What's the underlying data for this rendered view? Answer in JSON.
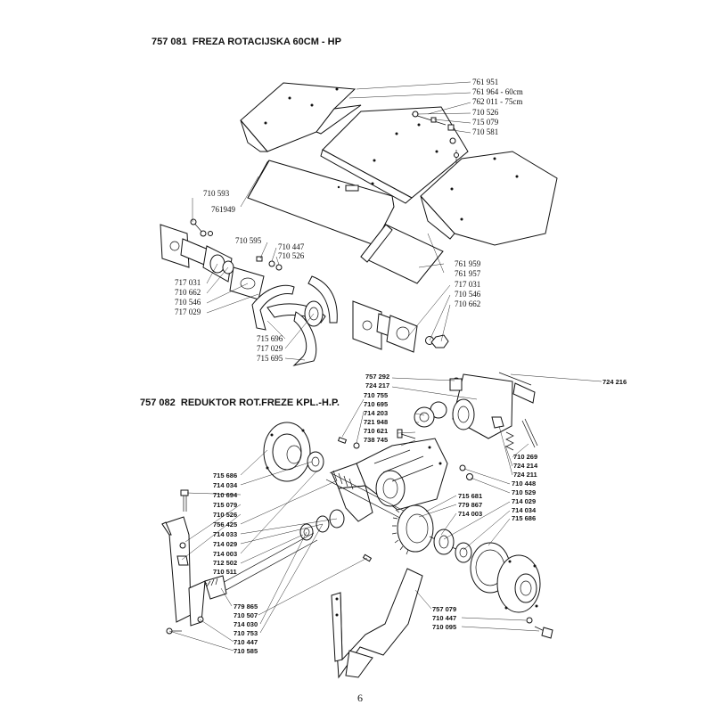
{
  "sections": [
    {
      "code": "757 081",
      "title": "FREZA ROTACIJSKA 60CM - HP"
    },
    {
      "code": "757 082",
      "title": "REDUKTOR ROT.FREZE  KPL.-H.P."
    }
  ],
  "page_number": "6",
  "labels_top": [
    "761 951",
    "761 964 - 60cm",
    "762 011 - 75cm",
    "710 526",
    "715 079",
    "710 581",
    "710 593",
    "761949",
    "710 595",
    "710 447",
    "710 526",
    "717 031",
    "710 662",
    "710 546",
    "717 029",
    "761 959",
    "761 957",
    "717 031",
    "710 546",
    "710 662",
    "715 696",
    "717 029",
    "715 695"
  ],
  "labels_bottom": [
    "757 292",
    "724 217",
    "724 216",
    "710 755",
    "710 695",
    "714 203",
    "721 948",
    "710 621",
    "738 745",
    "715 686",
    "714 034",
    "710 694",
    "715 079",
    "710 526",
    "756 425",
    "714 033",
    "714 029",
    "714 003",
    "712 502",
    "710 511",
    "710 269",
    "724 214",
    "724 211",
    "710 448",
    "710 529",
    "714 029",
    "714 034",
    "715 686",
    "715 681",
    "779 867",
    "714 003",
    "779 865",
    "710 507",
    "714 030",
    "710 753",
    "710 447",
    "710 585",
    "757 079",
    "710 447",
    "710 095"
  ],
  "colors": {
    "ink": "#111111",
    "paper": "#ffffff"
  }
}
